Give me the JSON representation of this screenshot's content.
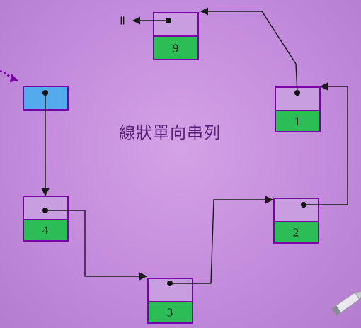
{
  "title": "線狀單向串列",
  "null_symbol": "ll",
  "nodes": [
    {
      "id": "9",
      "label": "9"
    },
    {
      "id": "1",
      "label": "1"
    },
    {
      "id": "2",
      "label": "2"
    },
    {
      "id": "3",
      "label": "3"
    },
    {
      "id": "4",
      "label": "4"
    }
  ],
  "links": [
    {
      "from": "head",
      "to": "4"
    },
    {
      "from": "4",
      "to": "3"
    },
    {
      "from": "3",
      "to": "2"
    },
    {
      "from": "2",
      "to": "1"
    },
    {
      "from": "1",
      "to": "9"
    },
    {
      "from": "9",
      "to": "null"
    }
  ],
  "colors": {
    "background": "#c48cdc",
    "pointer_cell": "#c99ee0",
    "head_cell": "#55aaee",
    "data_cell": "#2cbd57",
    "border": "#7a00a8",
    "title": "#5b1f7a"
  }
}
